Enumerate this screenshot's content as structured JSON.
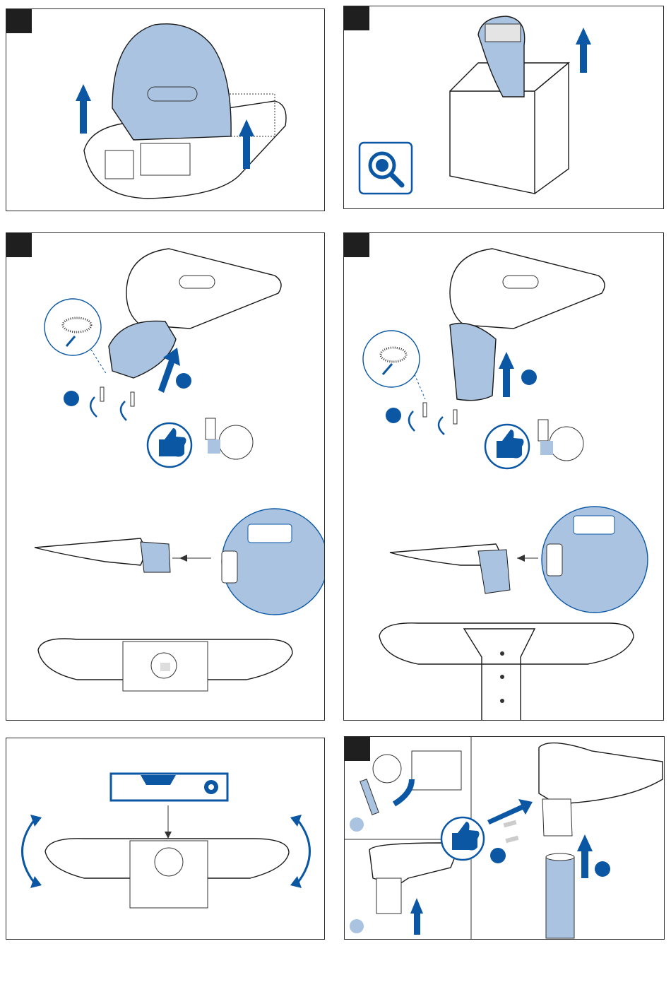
{
  "document": {
    "type": "installation-instructions",
    "panels": [
      {
        "id": "p1",
        "step_badge": ""
      },
      {
        "id": "p2",
        "step_badge": ""
      },
      {
        "id": "p3",
        "step_badge": ""
      },
      {
        "id": "p4",
        "step_badge": ""
      },
      {
        "id": "p5",
        "step_badge": ""
      },
      {
        "id": "p6",
        "step_badge": ""
      }
    ]
  },
  "colors": {
    "accent": "#0b57a4",
    "accent_light": "#a9c3e0",
    "line": "#1a1a1a",
    "badge": "#1f1f1f"
  },
  "icons": [
    "arrow-up-icon",
    "magnifier-icon",
    "thumbs-up-icon",
    "rotate-arrow-icon",
    "spirit-level-icon",
    "number-marker-icon"
  ]
}
